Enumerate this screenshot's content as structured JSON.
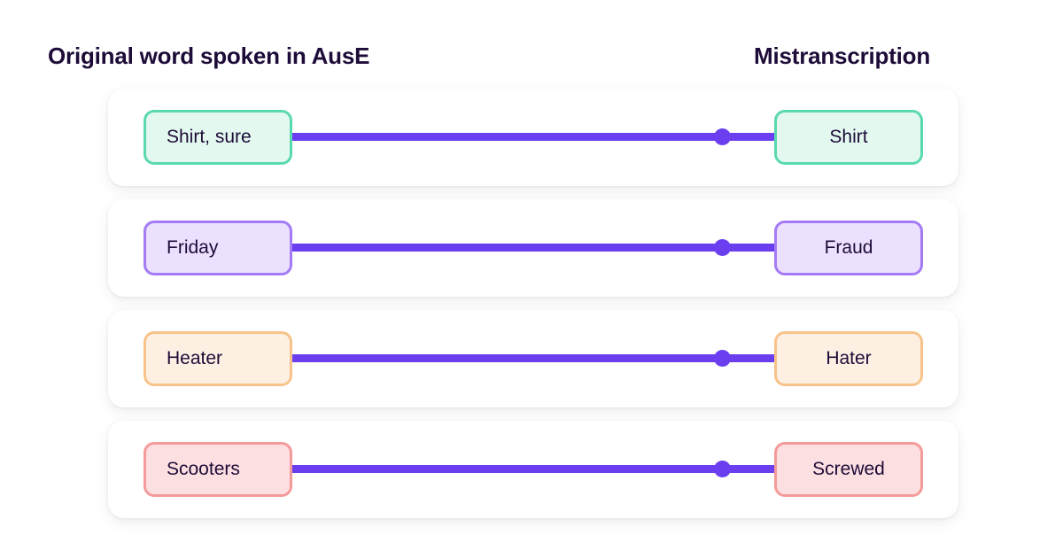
{
  "headers": {
    "left": "Original word spoken in AusE",
    "right": "Mistranscription"
  },
  "colors": {
    "connector": "#6b3ff0",
    "text": "#1d0b38",
    "background": "#ffffff",
    "card": "#ffffff"
  },
  "rows": [
    {
      "original": "Shirt, sure",
      "mistranscription": "Shirt",
      "tone": "mint",
      "fill": "#e3f9f0",
      "border": "#5ad9b0"
    },
    {
      "original": "Friday",
      "mistranscription": "Fraud",
      "tone": "lavender",
      "fill": "#ebe0fd",
      "border": "#a47bf5"
    },
    {
      "original": "Heater",
      "mistranscription": "Hater",
      "tone": "peach",
      "fill": "#fdf0e3",
      "border": "#f8c38a"
    },
    {
      "original": "Scooters",
      "mistranscription": "Screwed",
      "tone": "rose",
      "fill": "#fcdfe0",
      "border": "#f59a9a"
    }
  ]
}
